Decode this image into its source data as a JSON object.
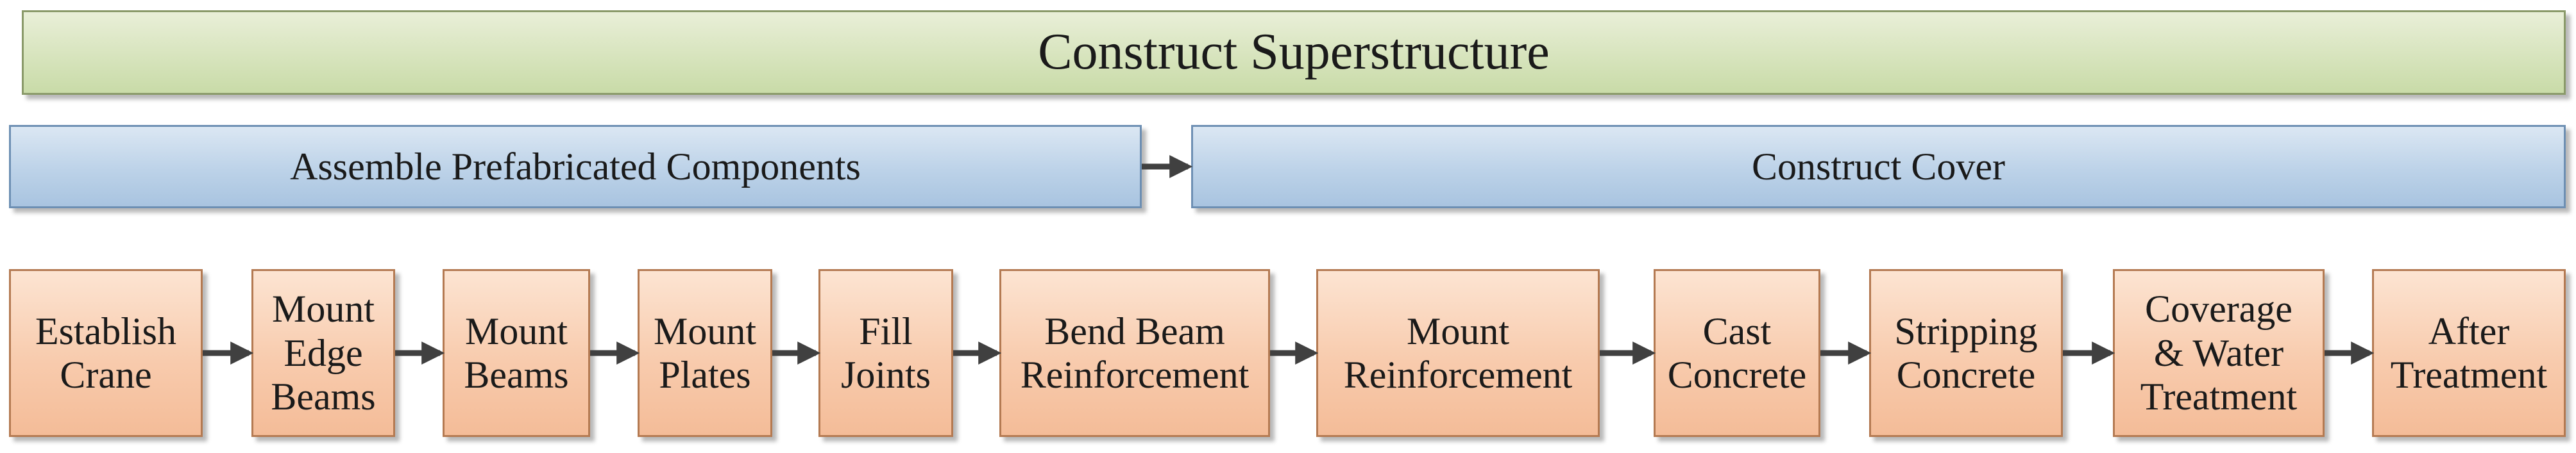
{
  "superstructure": {
    "label": "Construct Superstructure"
  },
  "phases": [
    {
      "id": "assemble",
      "label": "Assemble Prefabricated Components"
    },
    {
      "id": "cover",
      "label": "Construct Cover"
    }
  ],
  "steps": [
    {
      "id": "establish-crane",
      "label": "Establish\nCrane"
    },
    {
      "id": "mount-edge-beams",
      "label": "Mount\nEdge\nBeams"
    },
    {
      "id": "mount-beams",
      "label": "Mount\nBeams"
    },
    {
      "id": "mount-plates",
      "label": "Mount\nPlates"
    },
    {
      "id": "fill-joints",
      "label": "Fill\nJoints"
    },
    {
      "id": "bend-beam-reinforcement",
      "label": "Bend Beam\nReinforcement"
    },
    {
      "id": "mount-reinforcement",
      "label": "Mount\nReinforcement"
    },
    {
      "id": "cast-concrete",
      "label": "Cast\nConcrete"
    },
    {
      "id": "stripping-concrete",
      "label": "Stripping\nConcrete"
    },
    {
      "id": "coverage-water-treatment",
      "label": "Coverage\n& Water\nTreatment"
    },
    {
      "id": "after-treatment",
      "label": "After\nTreatment"
    }
  ],
  "colors": {
    "top_fill": "#d7e4bd",
    "phase_fill": "#bcd2e8",
    "step_fill": "#f8cbad",
    "arrow": "#404040"
  }
}
